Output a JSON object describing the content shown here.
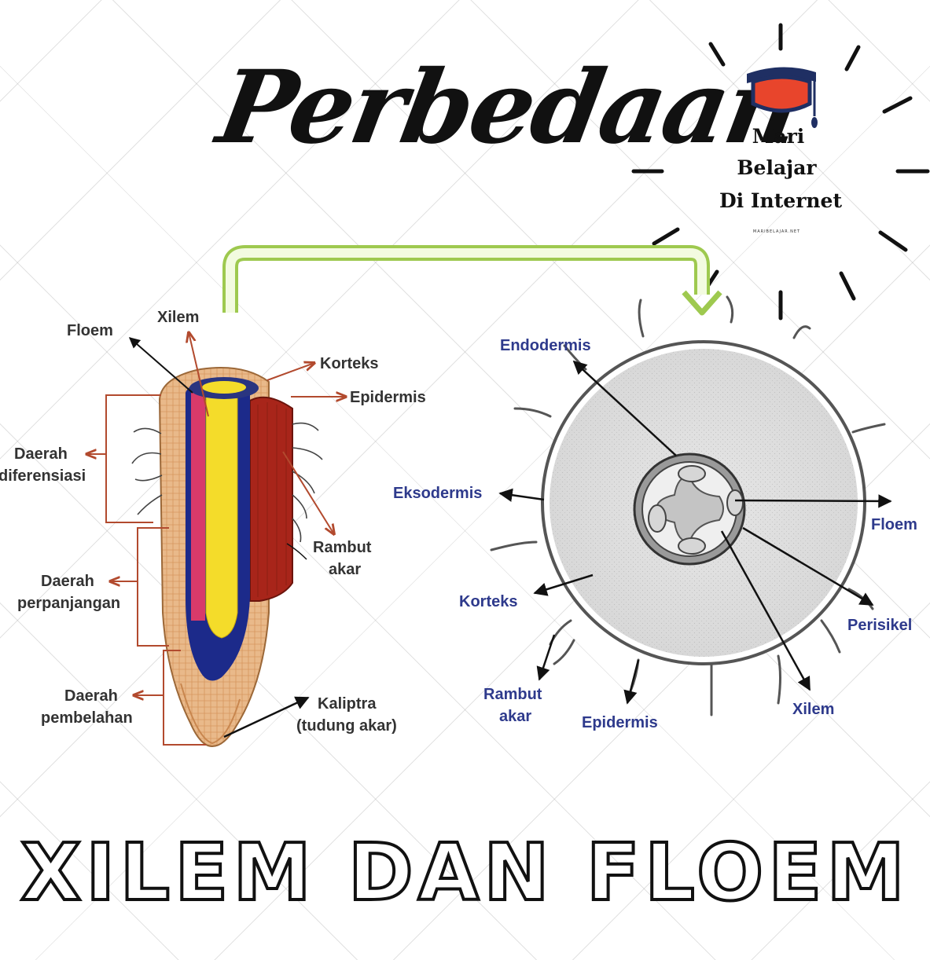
{
  "heading": "Perbedaan",
  "footer_title": "XILEM DAN FLOEM",
  "logo": {
    "line1": "Mari",
    "line2": "Belajar",
    "line3": "Di Internet",
    "url": "MARIBELAJAR.NET"
  },
  "longitudinal": {
    "floem": "Floem",
    "xilem": "Xilem",
    "korteks": "Korteks",
    "epidermis": "Epidermis",
    "daerah_dif_1": "Daerah",
    "daerah_dif_2": "diferensiasi",
    "rambut_1": "Rambut",
    "rambut_2": "akar",
    "daerah_pp_1": "Daerah",
    "daerah_pp_2": "perpanjangan",
    "daerah_pb_1": "Daerah",
    "daerah_pb_2": "pembelahan",
    "kaliptra_1": "Kaliptra",
    "kaliptra_2": "(tudung akar)"
  },
  "cross_section": {
    "endodermis": "Endodermis",
    "eksodermis": "Eksodermis",
    "floem": "Floem",
    "korteks": "Korteks",
    "perisikel": "Perisikel",
    "rambut_1": "Rambut",
    "rambut_2": "akar",
    "epidermis": "Epidermis",
    "xilem": "Xilem"
  },
  "colors": {
    "green_arrow": "#c4e08a",
    "blue_label": "#2e3a8c",
    "brown_arrow": "#b24a2e",
    "cap_red": "#e8452c",
    "cap_navy": "#1f2f63"
  }
}
